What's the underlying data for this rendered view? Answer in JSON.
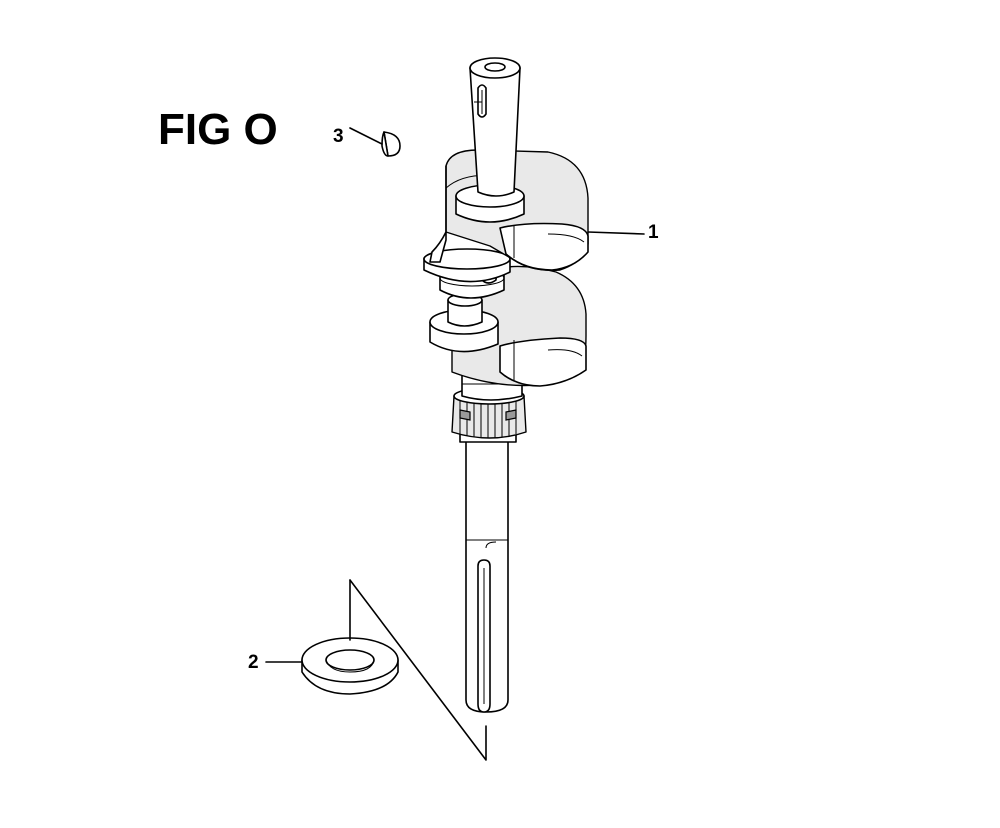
{
  "figure": {
    "title": "FIG O",
    "callouts": [
      {
        "label": "1"
      },
      {
        "label": "2"
      },
      {
        "label": "3"
      }
    ]
  }
}
